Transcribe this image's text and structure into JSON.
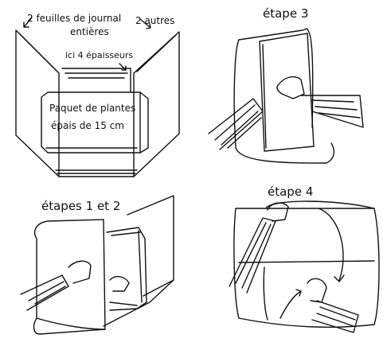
{
  "panel1": {
    "label_full_sheets": "2 feuilles de journal",
    "label_full_sheets_line2": "entières",
    "label_others": "2 autres",
    "label_thickness": "ici 4 épaisseurs",
    "label_bundle_line1": "Paquet de plantes",
    "label_bundle_line2": "épais de 15 cm"
  },
  "panel2": {
    "label_step": "étape 3"
  },
  "panel3": {
    "label_step": "étapes 1 et 2"
  },
  "panel4": {
    "label_step": "étape 4"
  },
  "colors": {
    "ink": "#111111",
    "paper": "#ffffff"
  }
}
